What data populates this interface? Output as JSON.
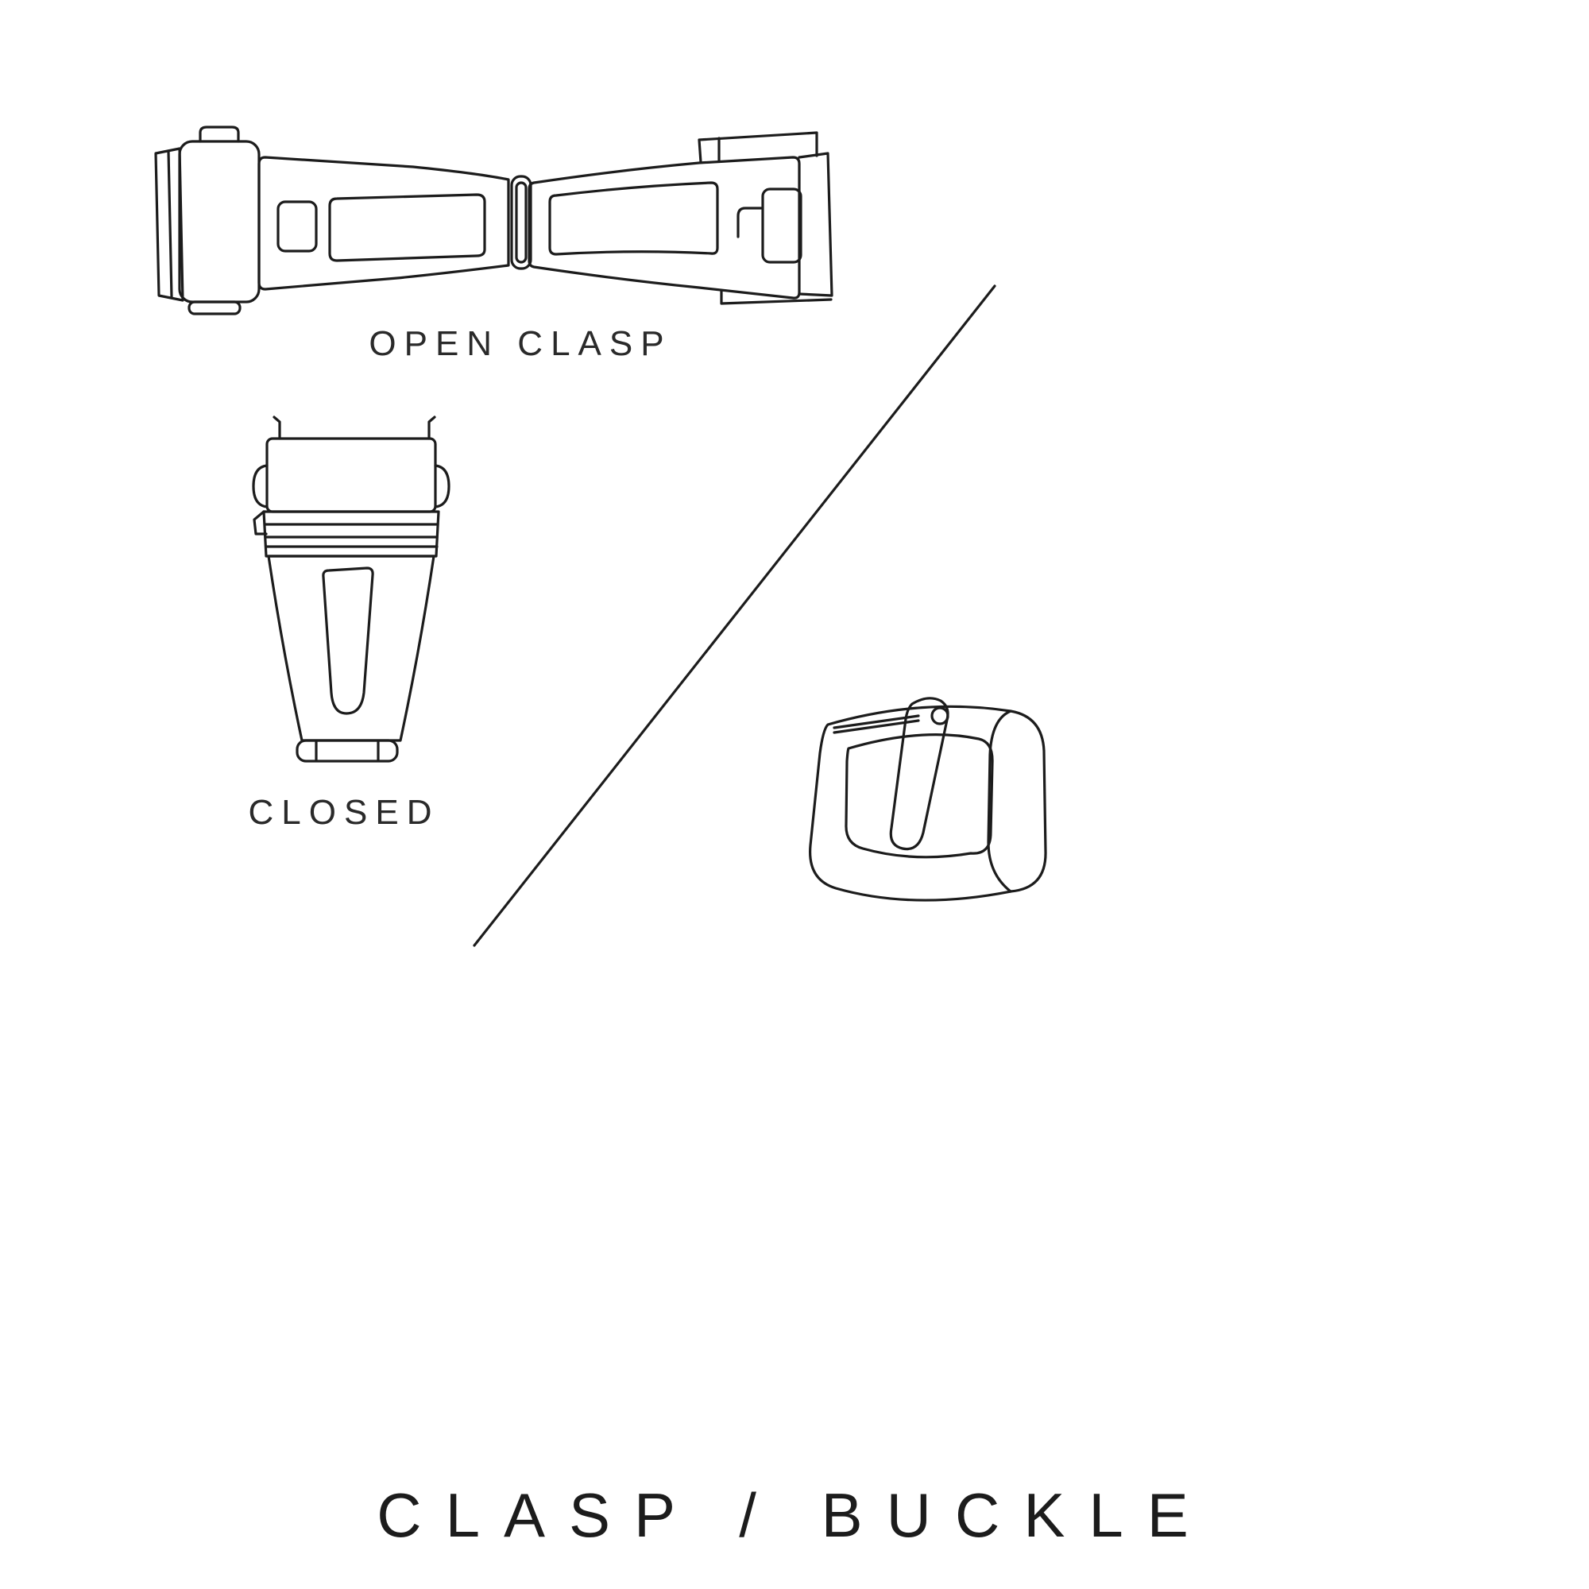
{
  "page": {
    "background_color": "#ffffff",
    "line_color": "#1c1c1c"
  },
  "labels": {
    "open_clasp": "OPEN CLASP",
    "closed": "CLOSED",
    "title": "CLASP / BUCKLE"
  },
  "illustrations": [
    {
      "name": "open-clasp",
      "caption": "OPEN CLASP"
    },
    {
      "name": "closed-clasp",
      "caption": "CLOSED"
    },
    {
      "name": "tang-buckle",
      "caption": ""
    }
  ]
}
